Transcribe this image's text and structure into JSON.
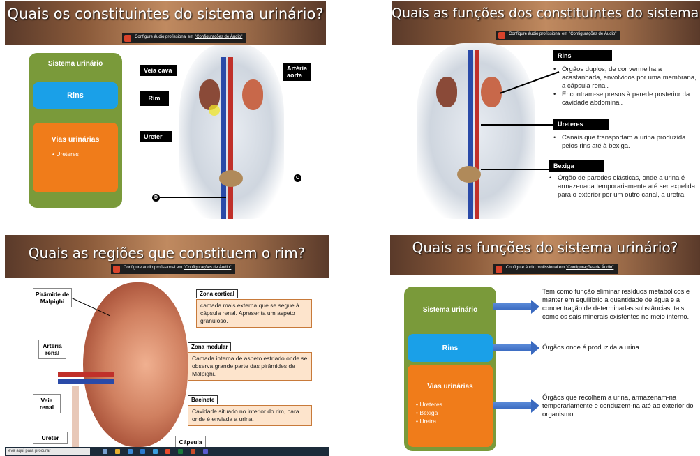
{
  "audio": {
    "text": "Configure áudio profissional em",
    "link": "\"Configurações de Áudio\""
  },
  "slide1": {
    "title": "Quais os constituintes do sistema urinário?",
    "box_title": "Sistema urinário",
    "rins": "Rins",
    "vias": "Vias urinárias",
    "vias_items": [
      "Ureteres"
    ],
    "labels": {
      "veia_cava": "Veia cava",
      "arteria_aorta": "Artéria aorta",
      "rim": "Rim",
      "ureter": "Ureter",
      "c": "C",
      "d": "D"
    }
  },
  "slide2": {
    "title": "Quais as funções dos constituintes do sistema urinário?",
    "rins_label": "Rins",
    "rins_bullets": [
      "Órgãos duplos, de cor vermelha a acastanhada, envolvidos por uma membrana, a cápsula renal.",
      "Encontram-se presos à parede posterior da cavidade abdominal."
    ],
    "ureteres_label": "Ureteres",
    "ureteres_bullets": [
      "Canais que transportam a urina produzida pelos rins até à bexiga."
    ],
    "bexiga_label": "Bexiga",
    "bexiga_bullets": [
      "Órgão de paredes elásticas, onde a urina é armazenada temporariamente até ser expelida para o exterior por um outro canal, a uretra."
    ]
  },
  "slide3": {
    "title": "Quais as regiões que constituem o rim?",
    "labels": {
      "piramide": "Pirâmide de Malpighi",
      "arteria": "Artéria renal",
      "veia": "Veia renal",
      "ureter": "Uréter",
      "capsula": "Cápsula renal"
    },
    "zona_cortical": {
      "head": "Zona cortical",
      "text": "camada mais externa que se segue à cápsula renal. Apresenta um aspeto granuloso."
    },
    "zona_medular": {
      "head": "Zona medular",
      "text": "Camada interna de aspeto estriado onde se observa grande parte das pirâmides de Malpighi."
    },
    "bacinete": {
      "head": "Bacinete",
      "text": "Cavidade situado no interior do rim, para onde é enviada a urina."
    },
    "search_placeholder": "eva aqui para procurar"
  },
  "slide4": {
    "title": "Quais as funções do sistema urinário?",
    "box_title": "Sistema urinário",
    "rins": "Rins",
    "vias": "Vias urinárias",
    "vias_items": [
      "Ureteres",
      "Bexiga",
      "Uretra"
    ],
    "desc_sistema": "Tem como função eliminar resíduos metabólicos e manter em equilíbrio a quantidade de água e a concentração de determinadas substâncias, tais como os sais minerais existentes no meio interno.",
    "desc_rins": "Órgãos onde é produzida a urina.",
    "desc_vias": "Órgãos que recolhem a urina, armazenam-na temporariamente e conduzem-na até ao exterior do organismo"
  },
  "colors": {
    "green_box": "#7a9a3a",
    "blue_box": "#1aa0e8",
    "orange_box": "#f07c1a",
    "info_box": "#fde4cc"
  }
}
